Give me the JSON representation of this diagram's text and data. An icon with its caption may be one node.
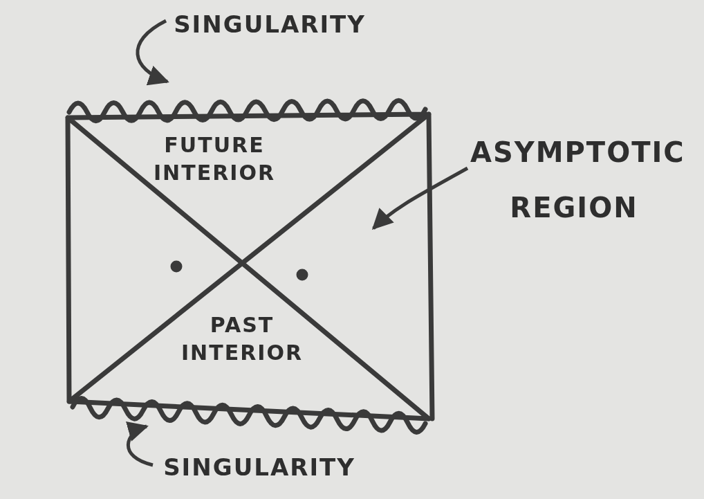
{
  "diagram": {
    "nodes": [
      {
        "text": [
          "SINGULARITY"
        ]
      },
      {
        "text": [
          "ASYMPTOTIC REGION"
        ]
      },
      {
        "text": [
          "SINGULARITY"
        ]
      }
    ],
    "edges": [
      {
        "from": 0,
        "to": null,
        "arrow": "to"
      },
      {
        "from": 1,
        "to": null,
        "arrow": "to"
      },
      {
        "from": 2,
        "to": null,
        "arrow": "to"
      }
    ],
    "labels": [
      "FUTURE INTERIOR",
      "PAST INTERIOR"
    ]
  }
}
